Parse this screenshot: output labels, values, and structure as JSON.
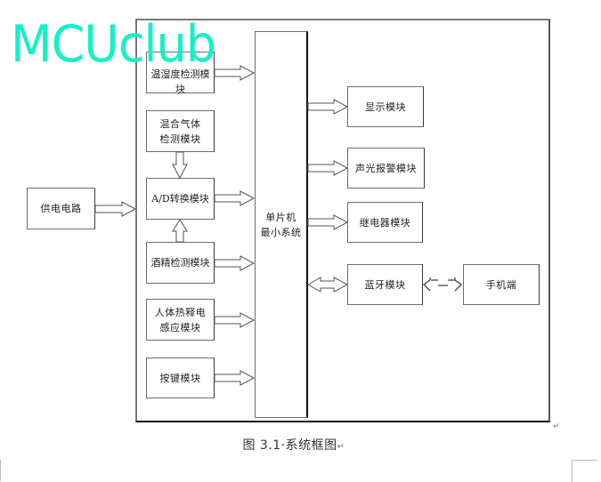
{
  "watermark": {
    "text": "MCUclub",
    "color": "#15f0c8"
  },
  "diagram": {
    "title": "System block diagram",
    "central": {
      "label_lines": [
        "单片机",
        "最小系统"
      ]
    },
    "power": {
      "label_lines": [
        "供电电路"
      ]
    },
    "inputs": [
      {
        "id": "temp-humidity",
        "label_lines": [
          "温湿度检测模块"
        ]
      },
      {
        "id": "mixed-gas",
        "label_lines": [
          "混合气体",
          "检测模块"
        ]
      },
      {
        "id": "ad-converter",
        "label_lines": [
          "A/D转换模块"
        ]
      },
      {
        "id": "alcohol",
        "label_lines": [
          "酒精检测模块"
        ]
      },
      {
        "id": "pir-sensor",
        "label_lines": [
          "人体热释电",
          "感应模块"
        ]
      },
      {
        "id": "keys",
        "label_lines": [
          "按键模块"
        ]
      }
    ],
    "outputs": [
      {
        "id": "display",
        "label_lines": [
          "显示模块"
        ]
      },
      {
        "id": "alarm",
        "label_lines": [
          "声光报警模块"
        ]
      },
      {
        "id": "relay",
        "label_lines": [
          "继电器模块"
        ]
      },
      {
        "id": "bluetooth",
        "label_lines": [
          "蓝牙模块"
        ]
      }
    ],
    "phone": {
      "label_lines": [
        "手机端"
      ]
    },
    "connections": [
      {
        "from": "power",
        "to": "frame",
        "type": "arrow"
      },
      {
        "from": "temp-humidity",
        "to": "central",
        "type": "arrow"
      },
      {
        "from": "mixed-gas",
        "to": "ad-converter",
        "type": "arrow"
      },
      {
        "from": "alcohol",
        "to": "ad-converter",
        "type": "arrow"
      },
      {
        "from": "ad-converter",
        "to": "central",
        "type": "arrow"
      },
      {
        "from": "alcohol",
        "to": "central",
        "type": "arrow"
      },
      {
        "from": "pir-sensor",
        "to": "central",
        "type": "arrow"
      },
      {
        "from": "keys",
        "to": "central",
        "type": "arrow"
      },
      {
        "from": "central",
        "to": "display",
        "type": "arrow"
      },
      {
        "from": "central",
        "to": "alarm",
        "type": "arrow"
      },
      {
        "from": "central",
        "to": "relay",
        "type": "arrow"
      },
      {
        "from": "central",
        "to": "bluetooth",
        "type": "double-arrow"
      },
      {
        "from": "bluetooth",
        "to": "phone",
        "type": "wireless-dashed-double-arrow"
      }
    ]
  },
  "caption": {
    "text": "图 3.1·系统框图",
    "paragraph_mark": "↵"
  },
  "page_marks": {
    "paragraph_mark": "↵"
  }
}
